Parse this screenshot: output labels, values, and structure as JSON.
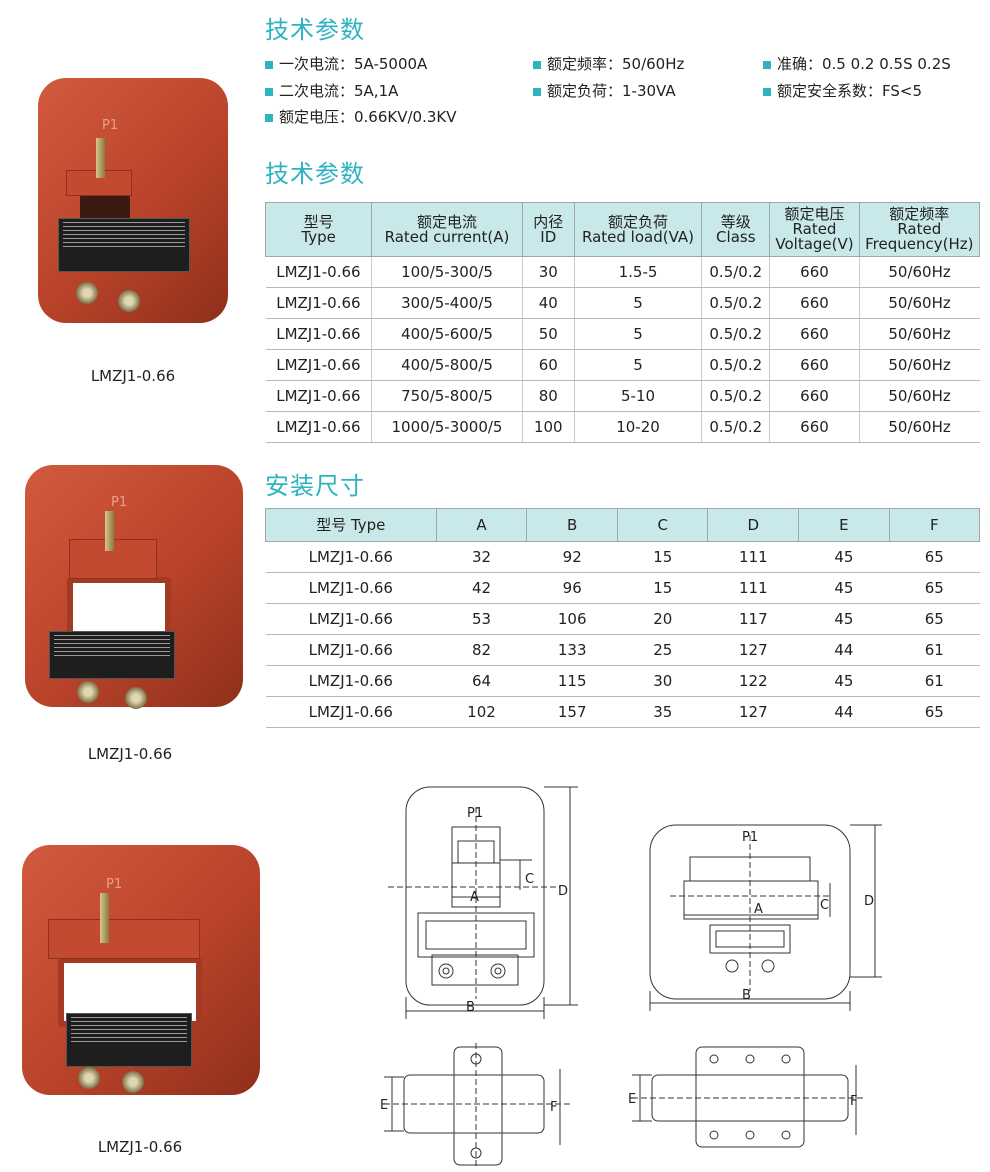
{
  "sections": {
    "tech1": "技术参数",
    "tech2": "技术参数",
    "install": "安装尺寸"
  },
  "specs": [
    {
      "text": "一次电流：5A-5000A"
    },
    {
      "text": "额定频率：50/60Hz"
    },
    {
      "text": "准确：0.5 0.2 0.5S 0.2S"
    },
    {
      "text": "二次电流：5A,1A"
    },
    {
      "text": "额定负荷：1-30VA"
    },
    {
      "text": "额定安全系数：FS<5"
    },
    {
      "text": "额定电压：0.66KV/0.3KV"
    }
  ],
  "captions": [
    "LMZJ1-0.66",
    "LMZJ1-0.66",
    "LMZJ1-0.66"
  ],
  "product_mark": "P1",
  "table1": {
    "headers": [
      [
        "型号",
        "Type"
      ],
      [
        "额定电流",
        "Rated current(A)"
      ],
      [
        "内径",
        "ID"
      ],
      [
        "额定负荷",
        "Rated load(VA)"
      ],
      [
        "等级",
        "Class"
      ],
      [
        "额定电压",
        "Rated",
        "Voltage(V)"
      ],
      [
        "额定频率",
        "Rated",
        "Frequency(Hz)"
      ]
    ],
    "rows": [
      [
        "LMZJ1-0.66",
        "100/5-300/5",
        "30",
        "1.5-5",
        "0.5/0.2",
        "660",
        "50/60Hz"
      ],
      [
        "LMZJ1-0.66",
        "300/5-400/5",
        "40",
        "5",
        "0.5/0.2",
        "660",
        "50/60Hz"
      ],
      [
        "LMZJ1-0.66",
        "400/5-600/5",
        "50",
        "5",
        "0.5/0.2",
        "660",
        "50/60Hz"
      ],
      [
        "LMZJ1-0.66",
        "400/5-800/5",
        "60",
        "5",
        "0.5/0.2",
        "660",
        "50/60Hz"
      ],
      [
        "LMZJ1-0.66",
        "750/5-800/5",
        "80",
        "5-10",
        "0.5/0.2",
        "660",
        "50/60Hz"
      ],
      [
        "LMZJ1-0.66",
        "1000/5-3000/5",
        "100",
        "10-20",
        "0.5/0.2",
        "660",
        "50/60Hz"
      ]
    ]
  },
  "table2": {
    "headers": [
      "型号 Type",
      "A",
      "B",
      "C",
      "D",
      "E",
      "F"
    ],
    "rows": [
      [
        "LMZJ1-0.66",
        "32",
        "92",
        "15",
        "111",
        "45",
        "65"
      ],
      [
        "LMZJ1-0.66",
        "42",
        "96",
        "15",
        "111",
        "45",
        "65"
      ],
      [
        "LMZJ1-0.66",
        "53",
        "106",
        "20",
        "117",
        "45",
        "65"
      ],
      [
        "LMZJ1-0.66",
        "82",
        "133",
        "25",
        "127",
        "44",
        "61"
      ],
      [
        "LMZJ1-0.66",
        "64",
        "115",
        "30",
        "122",
        "45",
        "61"
      ],
      [
        "LMZJ1-0.66",
        "102",
        "157",
        "35",
        "127",
        "44",
        "65"
      ]
    ]
  },
  "drawing_labels": {
    "p1": "P1",
    "a": "A",
    "b": "B",
    "c": "C",
    "d": "D",
    "e": "E",
    "f": "F"
  }
}
